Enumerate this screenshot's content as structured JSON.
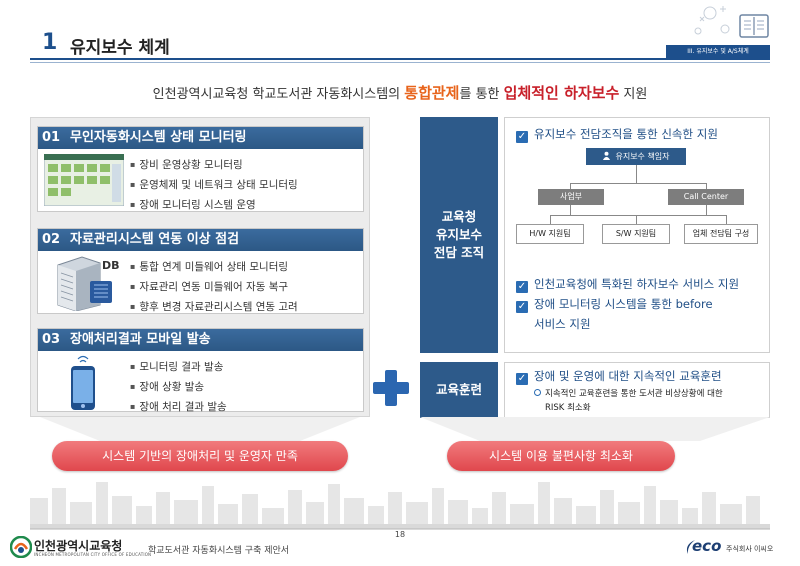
{
  "header": {
    "section_number": "1",
    "section_title": "유지보수 체계",
    "tab": "III. 유지보수 및 A/S체계"
  },
  "headline": {
    "part1": "인천광역시교육청 학교도서관 자동화시스템의 ",
    "emph1": "통합관제",
    "part2": "를 통한 ",
    "emph2": "입체적인 하자보수",
    "part3": " 지원"
  },
  "left_items": [
    {
      "num": "01",
      "title": "무인자동화시스템 상태 모니터링",
      "bullets": [
        "장비 운영상황 모니터링",
        "운영체제 및 네트워크 상태 모니터링",
        "장애 모니터링 시스템 운영"
      ]
    },
    {
      "num": "02",
      "title": "자료관리시스템 연동 이상 점검",
      "bullets": [
        "통합 연계 미들웨어 상태 모니터링",
        "자료관리 연동 미들웨어 자동 복구",
        "향후 변경 자료관리시스템 연동 고려"
      ],
      "icon_text": "DB"
    },
    {
      "num": "03",
      "title": "장애처리결과 모바일 발송",
      "bullets": [
        "모니터링 결과 발송",
        "장애 상황 발송",
        "장애 처리 결과 발송"
      ]
    }
  ],
  "right": {
    "block1": {
      "label_lines": [
        "교육청",
        "유지보수",
        "전담 조직"
      ],
      "checks_top": [
        "유지보수 전담조직을 통한 신속한 지원"
      ],
      "org": {
        "lead": "유지보수 책임자",
        "mid": [
          "사업부",
          "Call Center"
        ],
        "teams": [
          "H/W 지원팀",
          "S/W 지원팀",
          "업체 전담팀 구성"
        ]
      },
      "checks_bottom": [
        "인천교육청에 특화된 하자보수 서비스 지원",
        "장애 모니터링 시스템을 통한 before",
        "서비스 지원"
      ]
    },
    "block2": {
      "label": "교육훈련",
      "check": "장애 및 운영에 대한 지속적인 교육훈련",
      "sub_lines": [
        "지속적인 교육훈련을 통한 도서관 비상상황에 대한",
        "RISK 최소화"
      ]
    }
  },
  "pills": {
    "left": "시스템 기반의 장애처리 및 운영자 만족",
    "right": "시스템 이용 불편사항 최소화"
  },
  "footer": {
    "page": "18",
    "org_name": "인천광역시교육청",
    "org_eng": "INCHEON METROPOLITAN CITY OFFICE OF EDUCATION",
    "doc_title": "학교도서관 자동화시스템 구축 제안서",
    "company_logo": "eco",
    "company_name": "주식회사 이씨오"
  },
  "colors": {
    "primary": "#2d5a8a",
    "accent_orange": "#e8641b",
    "accent_red": "#c8202a",
    "pill": "#e0474d"
  }
}
